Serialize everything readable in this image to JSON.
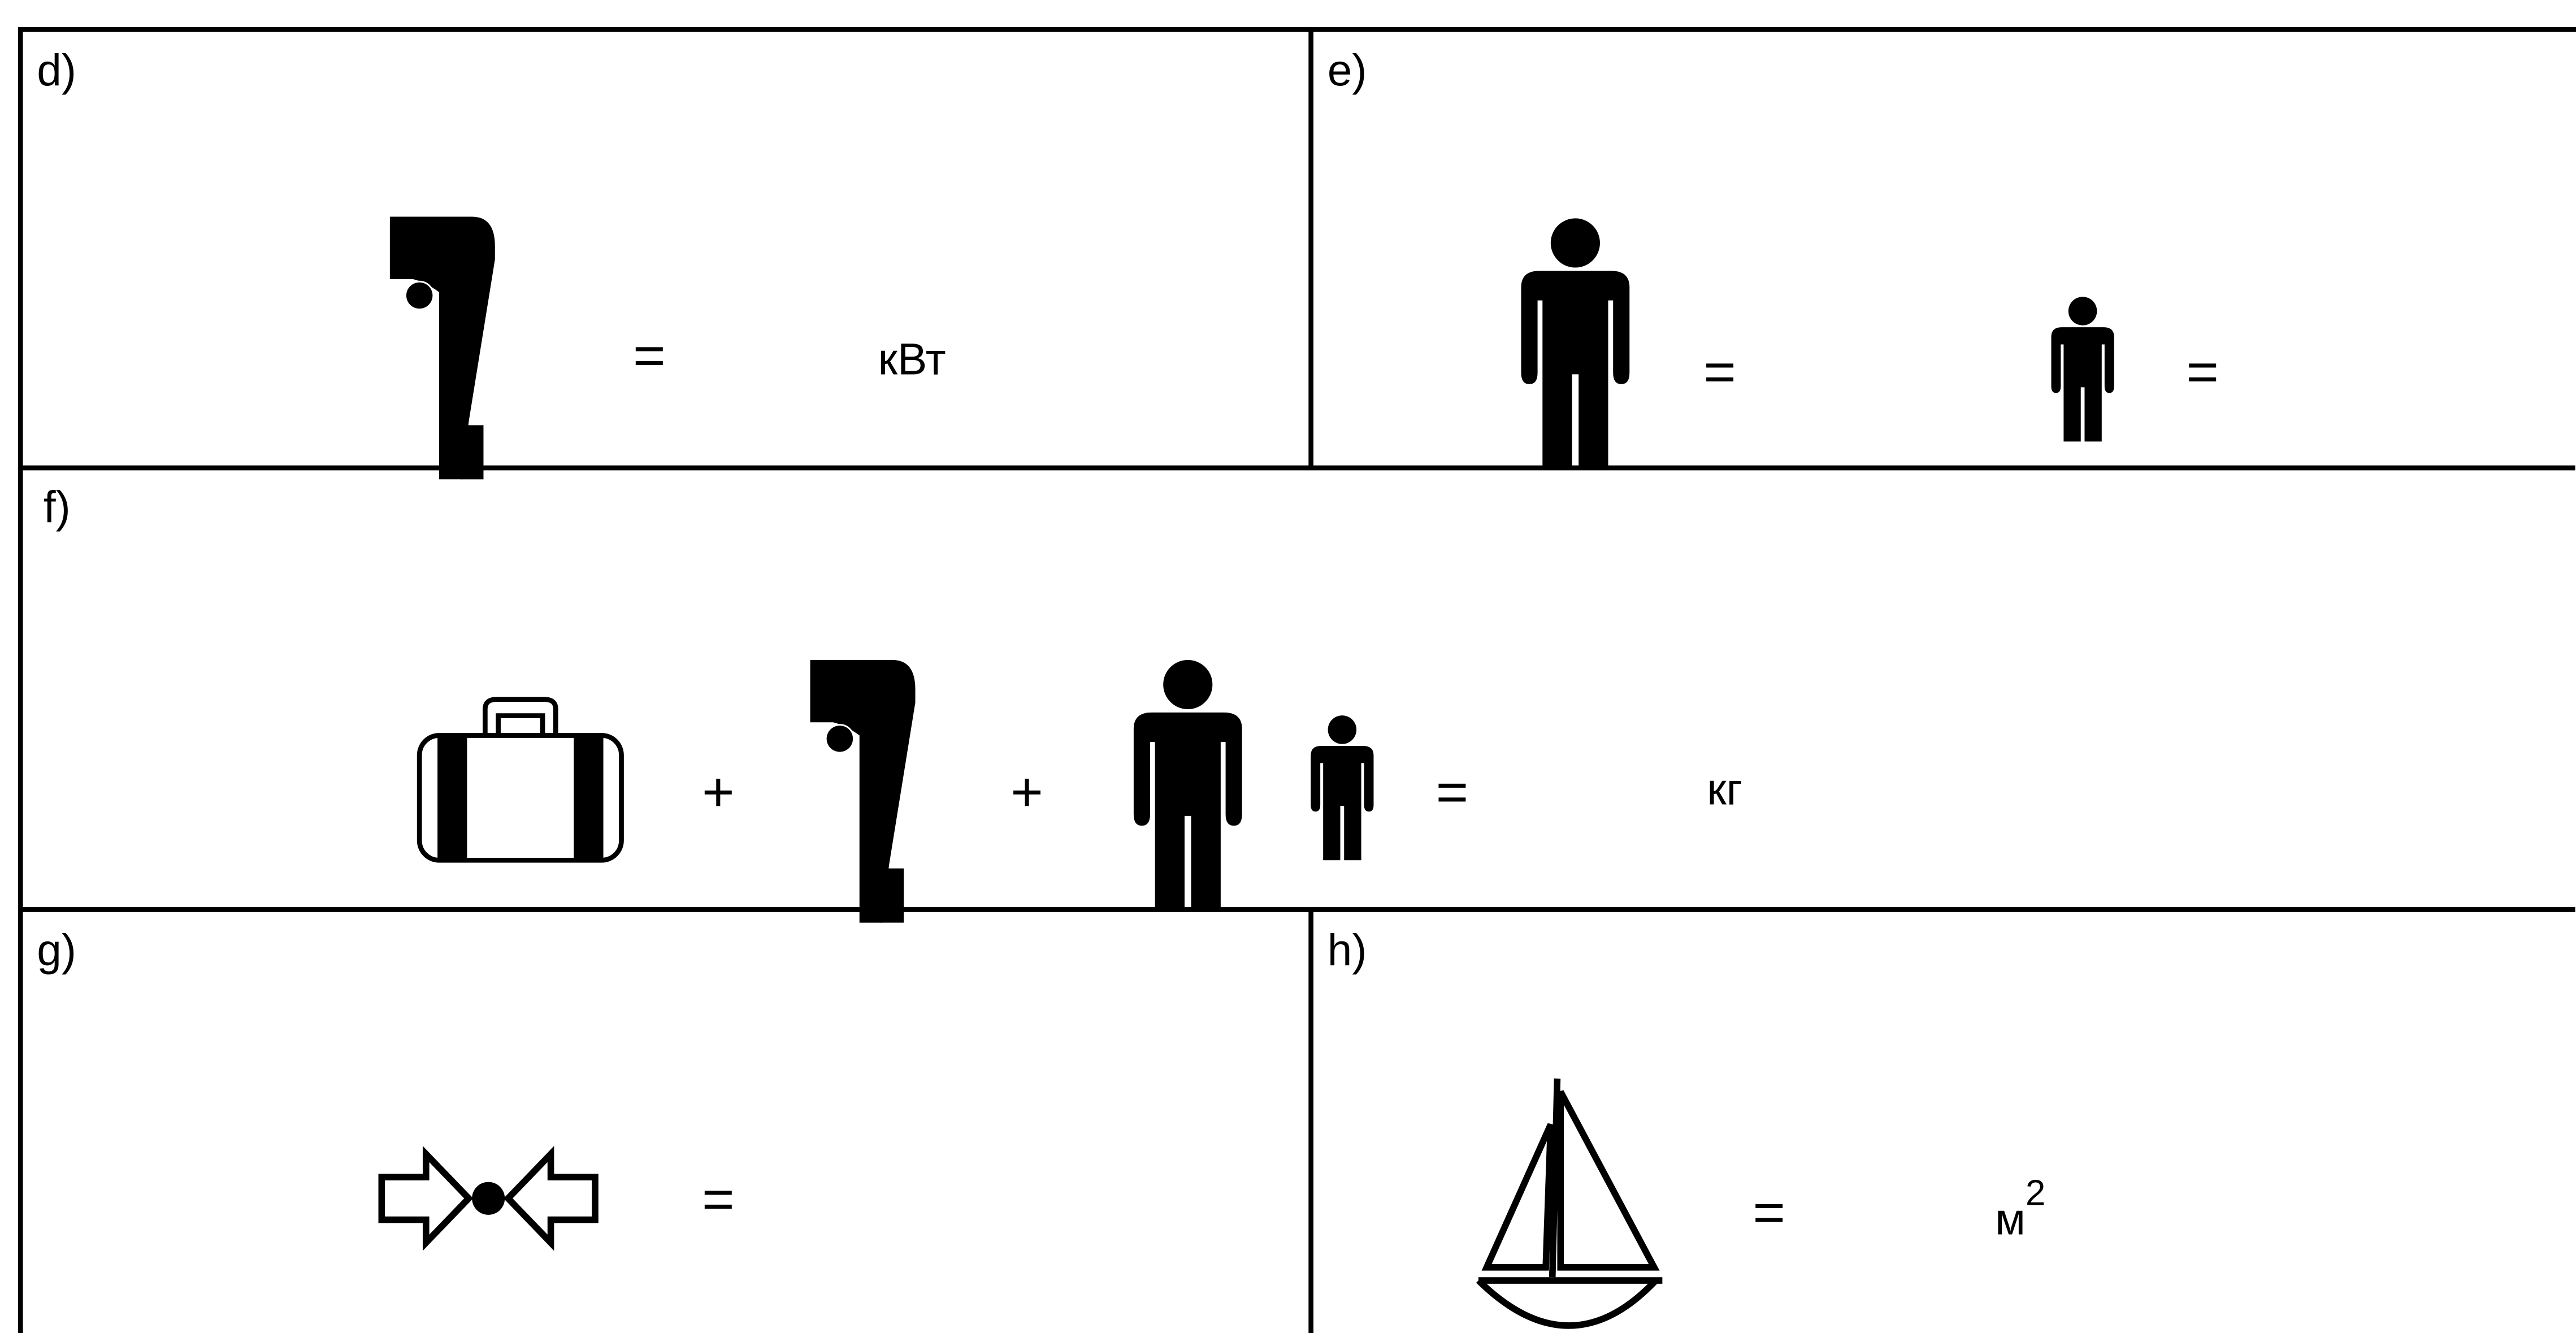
{
  "panels": {
    "d": {
      "label": "d)",
      "eq": "=",
      "unit": "кВт"
    },
    "e": {
      "label": "e)",
      "eq1": "=",
      "eq2": "="
    },
    "f": {
      "label": "f)",
      "plus1": "+",
      "plus2": "+",
      "eq": "=",
      "unit": "кг"
    },
    "g": {
      "label": "g)",
      "eq": "="
    },
    "h": {
      "label": "h)",
      "eq": "=",
      "unit": "м",
      "unit_sup": "2"
    }
  },
  "icons": {
    "engine": "outboard-motor-icon",
    "adult": "adult-person-icon",
    "child": "child-person-icon",
    "luggage": "suitcase-icon",
    "convergence": "converging-arrows-icon",
    "sailboat": "sailboat-icon"
  },
  "colors": {
    "ink": "#000000",
    "paper": "#ffffff"
  }
}
